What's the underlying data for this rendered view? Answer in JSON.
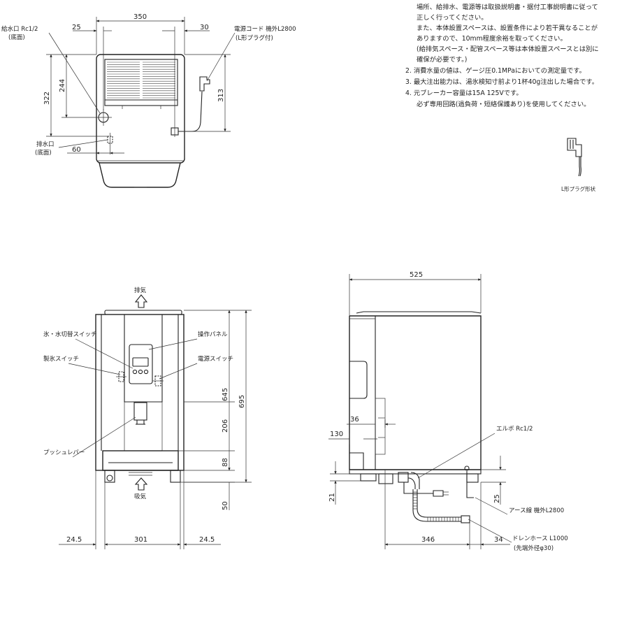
{
  "notes": [
    "場所、給排水、電源等は取扱説明書・据付工事説明書に従って",
    "正しく行ってください。",
    "また、本体設置スペースは、設置条件により若干異なることが",
    "ありますので、10mm程度余裕を取ってください。",
    "(給排気スペース・配管スペース等は本体設置スペースとは別に",
    "確保が必要です。)",
    "2. 消費水量の値は、ゲージ圧0.1MPaにおいての測定量です。",
    "3. 最大注出能力は、湯氷検知寸前より1杯40g注出した場合です。",
    "4. 元ブレーカー容量は15A 125Vです。",
    "必ず専用回路(過負荷・短絡保護あり)を使用してください。"
  ],
  "plug_caption": "L形プラグ形状",
  "top_view": {
    "dims": {
      "width": "350",
      "left": "25",
      "right": "30",
      "h322": "322",
      "h244": "244",
      "h313": "313",
      "d60": "60"
    },
    "labels": {
      "water_inlet": "給水口 Rc1/2",
      "water_inlet_sub": "(底面)",
      "drain": "排水口",
      "drain_sub": "(底面)",
      "power_cord": "電源コード 機外L2800",
      "power_cord_sub": "(L形プラグ付)"
    }
  },
  "front_view": {
    "dims": {
      "h645": "645",
      "h695": "695",
      "h206": "206",
      "h88": "88",
      "h50": "50",
      "w_left": "24.5",
      "w_mid": "301",
      "w_right": "24.5"
    },
    "labels": {
      "exhaust": "排気",
      "intake": "吸気",
      "ice_water_switch": "氷・水切替スイッチ",
      "ice_switch": "製氷スイッチ",
      "panel": "操作パネル",
      "power_switch": "電源スイッチ",
      "push_lever": "プッシュレバー"
    }
  },
  "side_view": {
    "dims": {
      "depth": "525",
      "d36": "36",
      "d130": "130",
      "d346": "346",
      "d34": "34",
      "h21": "21",
      "h25": "25"
    },
    "labels": {
      "elbow": "エルボ Rc1/2",
      "earth": "アース線 機外L2800",
      "drain_hose": "ドレンホース L1000",
      "drain_hose_sub": "(先端外径φ30)"
    }
  }
}
